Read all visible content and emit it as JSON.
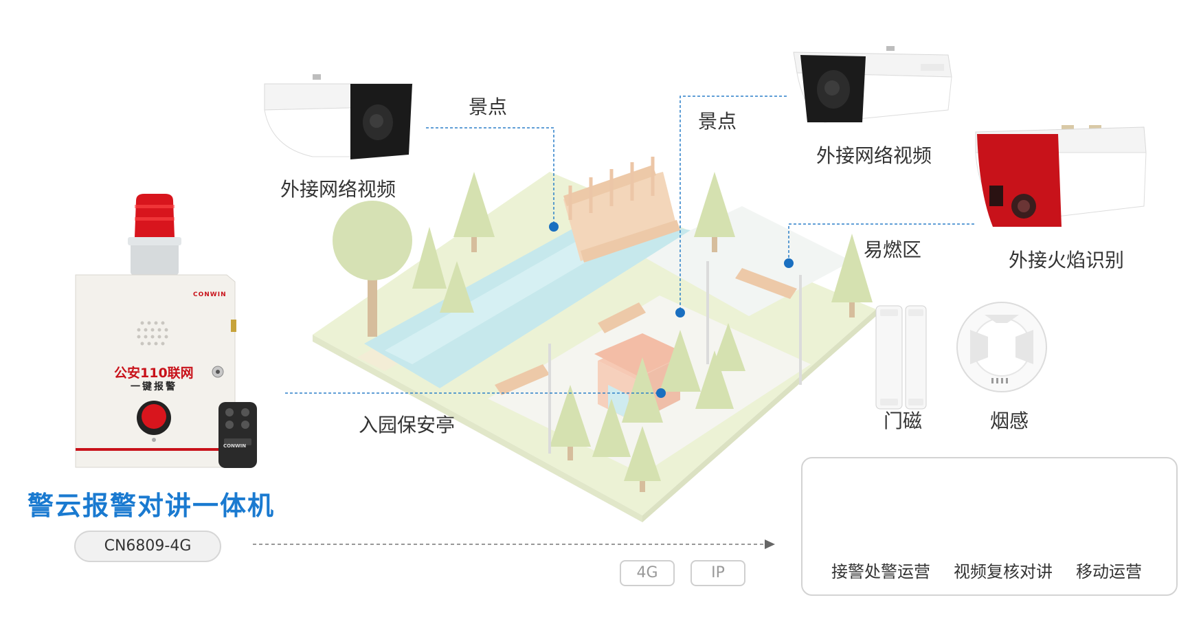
{
  "labels": {
    "scenic_spot_left": "景点",
    "scenic_spot_right": "景点",
    "camera_left": "外接网络视频",
    "camera_right": "外接网络视频",
    "flame_camera": "外接火焰识别",
    "flammable_zone": "易燃区",
    "door_sensor": "门磁",
    "smoke_sensor": "烟感",
    "security_booth": "入园保安亭"
  },
  "device": {
    "panel_line1": "公安110联网",
    "panel_line2": "一键报警",
    "brand": "CONWIN",
    "product_name": "警云报警对讲一体机",
    "model": "CN6809-4G"
  },
  "network": [
    "4G",
    "IP"
  ],
  "platform": {
    "items": [
      {
        "label": "接警处警运营",
        "icon": "police-badge-icon"
      },
      {
        "label": "视频复核对讲",
        "icon": "video-review-icon"
      },
      {
        "label": "移动运营",
        "icon": "mobile-app-icon"
      }
    ]
  },
  "colors": {
    "accent_blue": "#1a7ad0",
    "alarm_red": "#c8121a",
    "leader_line": "#2a7fc8",
    "grass": "#dfe9bd",
    "river": "#a8dde3"
  }
}
